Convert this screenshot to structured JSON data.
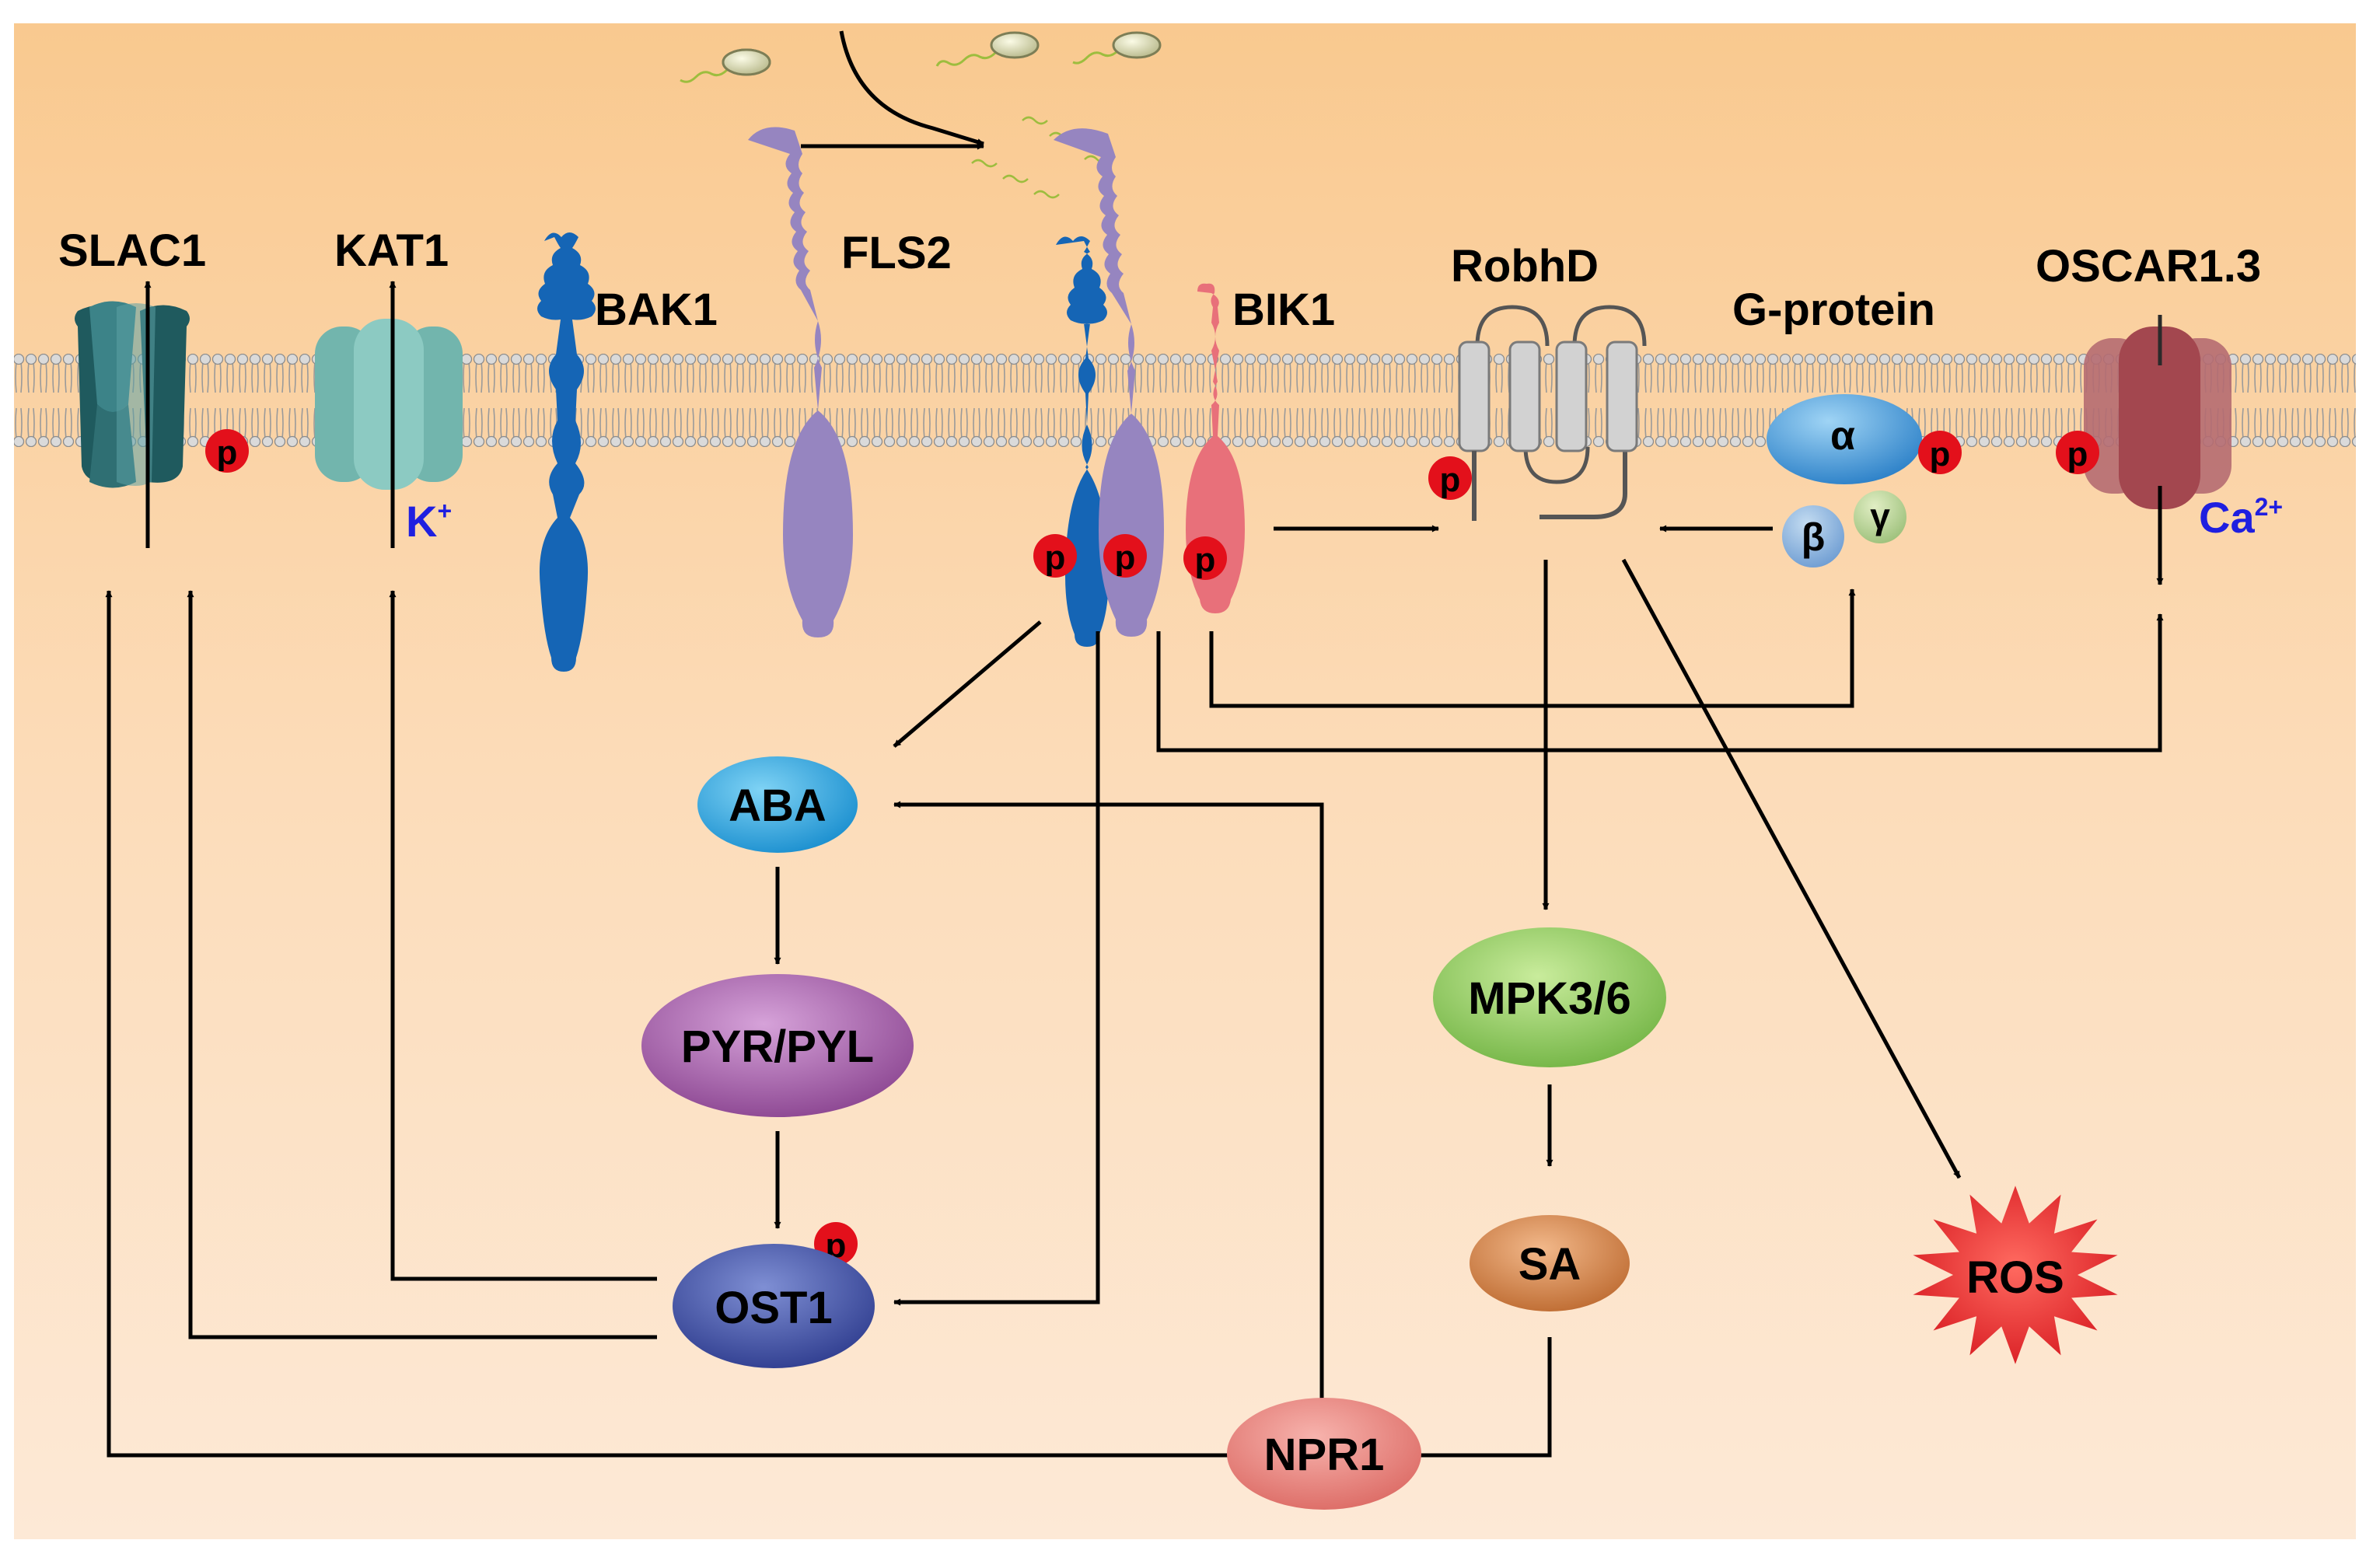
{
  "labels": {
    "slac1": "SLAC1",
    "kat1": "KAT1",
    "bak1": "BAK1",
    "fls2": "FLS2",
    "bik1": "BIK1",
    "robhd": "RobhD",
    "gprotein": "G-protein",
    "oscar": "OSCAR1.3",
    "k_ion": "K",
    "k_sup": "+",
    "ca_ion": "Ca",
    "ca_sup": "2+"
  },
  "nodes": {
    "aba": "ABA",
    "pyr": "PYR/PYL",
    "ost1": "OST1",
    "mpk": "MPK3/6",
    "sa": "SA",
    "ros": "ROS",
    "npr1": "NPR1"
  },
  "gprotein_subunits": {
    "alpha": "α",
    "beta": "β",
    "gamma": "γ"
  },
  "phospho_label": "p",
  "colors": {
    "background_top": "#f9c98f",
    "background_bottom": "#fde8d4",
    "slac1": "#2e6e72",
    "kat1": "#7ebfb7",
    "bak1": "#1565b5",
    "fls2": "#9685c0",
    "bik1": "#e8707a",
    "robhd": "#d2d2d2",
    "gprotein_alpha": "#3a93d6",
    "oscar": "#a85058",
    "aba": "#1ba3dc",
    "pyr": "#9a559f",
    "ost1": "#3d4ea1",
    "mpk": "#86c45a",
    "sa": "#d1834a",
    "ros": "#e5252b",
    "npr1": "#e8807a",
    "phospho": "#e3101b",
    "ion_text": "#1f1fe0"
  }
}
